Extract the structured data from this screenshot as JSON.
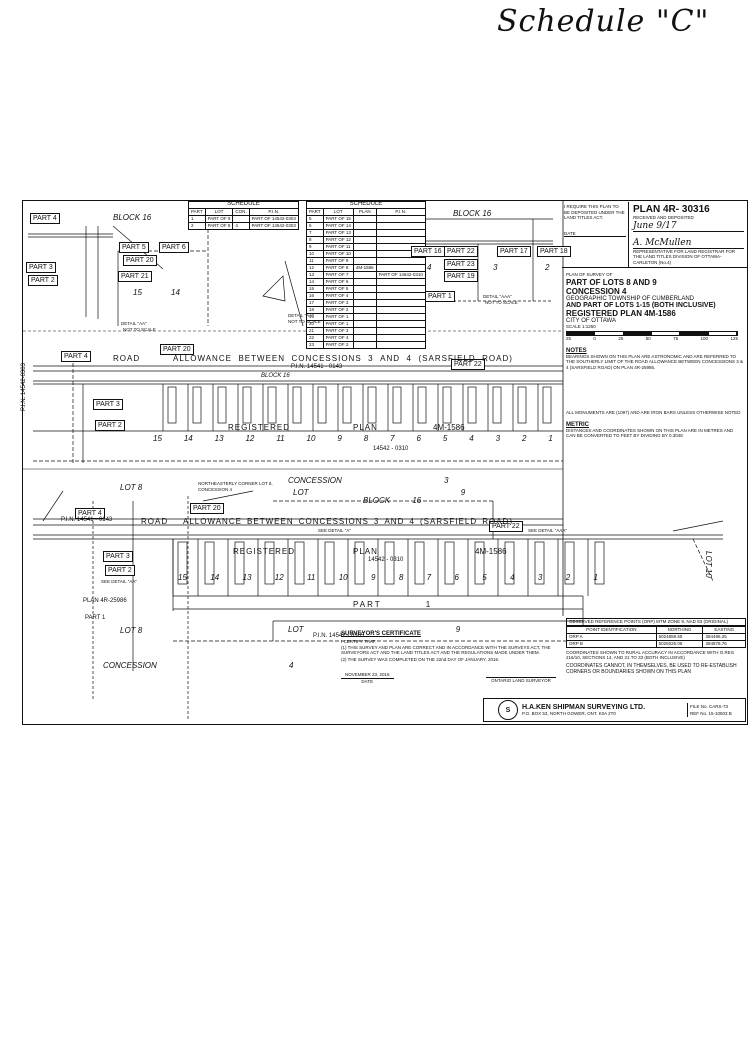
{
  "header": {
    "title": "Schedule \"C\""
  },
  "top_drawing": {
    "schedule1_title": "SCHEDULE",
    "schedule1_cols": [
      "PART",
      "LOT",
      "CON.",
      "P.I.N."
    ],
    "schedule1_rows": [
      [
        "1",
        "PART OF 9",
        "",
        "PART OF 14542-0303"
      ],
      [
        "2",
        "PART OF 8",
        "4",
        "PART OF 14542-0303"
      ]
    ],
    "schedule2_title": "SCHEDULE",
    "schedule2_cols": [
      "PART",
      "LOT",
      "PLAN",
      "P.I.N."
    ],
    "schedule2_rows": [
      [
        "5",
        "PART OF 15",
        "",
        ""
      ],
      [
        "6",
        "PART OF 14",
        "",
        ""
      ],
      [
        "7",
        "PART OF 13",
        "",
        ""
      ],
      [
        "8",
        "PART OF 12",
        "",
        ""
      ],
      [
        "9",
        "PART OF 11",
        "",
        ""
      ],
      [
        "10",
        "PART OF 10",
        "",
        ""
      ],
      [
        "11",
        "PART OF 9",
        "",
        ""
      ],
      [
        "12",
        "PART OF 8",
        "4M-1586",
        ""
      ],
      [
        "13",
        "PART OF 7",
        "",
        "PART OF 14542-0310"
      ],
      [
        "14",
        "PART OF 6",
        "",
        ""
      ],
      [
        "15",
        "PART OF 5",
        "",
        ""
      ],
      [
        "16",
        "PART OF 4",
        "",
        ""
      ],
      [
        "17",
        "PART OF 3",
        "",
        ""
      ],
      [
        "18",
        "PART OF 2",
        "",
        ""
      ],
      [
        "19",
        "PART OF 1",
        "",
        ""
      ],
      [
        "20",
        "PART OF 1",
        "",
        ""
      ],
      [
        "21",
        "PART OF 3",
        "",
        ""
      ],
      [
        "22",
        "PART OF 4",
        "",
        ""
      ],
      [
        "23",
        "PART OF 2",
        "",
        ""
      ]
    ],
    "detail_aa_left": {
      "part4": "PART 4",
      "part3": "PART 3",
      "part2": "PART 2",
      "part5": "PART 5",
      "part6": "PART 6",
      "part20": "PART 20",
      "part21": "PART 21",
      "block": "BLOCK 16",
      "lot15": "15",
      "lot14": "14",
      "caption": "DETAIL \"AA\"",
      "note": "NOT TO SCALE"
    },
    "detail_aaa": {
      "block": "BLOCK 16",
      "parts": [
        "PART 16",
        "PART 22",
        "PART 17",
        "PART 18",
        "PART 23",
        "PART 19"
      ],
      "part1": "PART 1",
      "lot4": "4",
      "lot3": "3",
      "lot2": "2",
      "caption": "DETAIL \"AAA\"",
      "note": "NOT TO SCALE"
    }
  },
  "title_block": {
    "deposit_note": "I REQUIRE THIS PLAN TO BE DEPOSITED UNDER THE LAND TITLES ACT.",
    "date_line": "DATE",
    "plan_number": "PLAN 4R- 30316",
    "received": "RECEIVED AND DEPOSITED",
    "date_handwritten": "June 9/17",
    "registrar_sig": "A. McMullen",
    "registrar_note": "REPRESENTATIVE FOR LAND REGISTRAR FOR THE LAND TITLES DIVISION OF OTTAWA-CARLETON (No.4)",
    "plan_of_survey": "PLAN OF SURVEY OF",
    "parts_line": "PART OF LOTS 8 AND 9",
    "concession": "CONCESSION 4",
    "township": "GEOGRAPHIC TOWNSHIP OF CUMBERLAND",
    "and_part": "AND PART OF LOTS 1-15 (BOTH INCLUSIVE)",
    "registered_plan": "REGISTERED PLAN 4M-1586",
    "city": "CITY OF OTTAWA",
    "scale": "SCALE 1:1250",
    "scale_ticks": [
      "25",
      "0",
      "25",
      "50",
      "75",
      "100",
      "125"
    ],
    "notes_title": "NOTES",
    "notes_text": "BEARINGS SHOWN ON THIS PLAN ARE ASTRONOMIC AND ARE REFERRED TO THE SOUTHERLY LIMIT OF THE ROAD ALLOWANCE BETWEEN CONCESSIONS 3 & 4 (SARSFIELD ROAD) ON PLAN 4R-25986.",
    "metric_title": "METRIC",
    "metric_text": "DISTANCES AND COORDINATES SHOWN ON THIS PLAN ARE IN METRES AND CAN BE CONVERTED TO FEET BY DIVIDING BY 0.3048"
  },
  "middle_drawing": {
    "road_label": "ROAD",
    "allowance": [
      "ALLOWANCE",
      "BETWEEN",
      "CONCESSIONS",
      "3",
      "AND",
      "4",
      "(SARSFIELD",
      "ROAD)"
    ],
    "pin": "P.I.N.   14541 - 0143",
    "block": "BLOCK 16",
    "registered": "REGISTERED",
    "plan": "PLAN",
    "plan_no": "4M-1586",
    "pin2": "14542   -   0310",
    "lots": [
      "15",
      "14",
      "13",
      "12",
      "11",
      "10",
      "9",
      "8",
      "7",
      "6",
      "5",
      "4",
      "3",
      "2",
      "1"
    ],
    "parts_top": [
      "PART 4",
      "PART 20",
      "PART 22"
    ],
    "parts_left": [
      "PART 3",
      "PART 2"
    ],
    "pin_vertical": "P.I.N. 14542-0303",
    "detail": "DETAIL \"AA\"",
    "note": "NOT TO SCALE",
    "all_monuments": "ALL MONUMENTS ARE (1097) AND ARE IRON BARS UNLESS OTHERWISE NOTED"
  },
  "lower_drawing": {
    "lot8": "LOT   8",
    "concession3": "CONCESSION",
    "con3_num": "3",
    "lot9": "LOT",
    "lot9_num": "9",
    "block": "BLOCK",
    "block_num": "16",
    "corner_note": "NORTHEASTERLY CORNER LOT 8, CONCESSION 4",
    "pin_road": "P.I.N.  14541 - 0143",
    "road": "ROAD",
    "allowance": [
      "ALLOWANCE",
      "BETWEEN",
      "CONCESSIONS",
      "3",
      "AND",
      "4",
      "(SARSFIELD",
      "ROAD)"
    ],
    "registered": "REGISTERED",
    "plan": "PLAN",
    "plan_no": "4M-1586",
    "pin2": "14542   -   0310",
    "lots": [
      "15",
      "14",
      "13",
      "12",
      "11",
      "10",
      "9",
      "8",
      "7",
      "6",
      "5",
      "4",
      "3",
      "2",
      "1"
    ],
    "part1": "PART",
    "part1_num": "1",
    "lot9b": "LOT",
    "lot9b_num": "9",
    "pin3": "P.I.N.   14542   -   0305",
    "concession4": "CONCESSION",
    "con4_num": "4",
    "plan4r": "PLAN 4R-25986",
    "part1_left": "PART 1",
    "lot8b": "LOT   8",
    "lot10": "LOT 10",
    "see_detail_a": "SEE DETAIL \"A\"",
    "see_detail_aa": "SEE DETAIL \"AA\"",
    "see_detail_aaa": "SEE DETAIL \"AAA\"",
    "parts_top": [
      "PART 4",
      "PART 20",
      "PART 22"
    ],
    "parts_left": [
      "PART 3",
      "PART 2"
    ]
  },
  "certificate": {
    "title": "SURVEYOR'S CERTIFICATE",
    "certify": "I CERTIFY THAT:",
    "item1": "(1) THIS SURVEY AND PLAN ARE CORRECT AND IN ACCORDANCE WITH THE SURVEYS ACT, THE SURVEYORS ACT AND THE LAND TITLES ACT AND THE REGULATIONS MADE UNDER THEM.",
    "item2": "(2) THE SURVEY WAS COMPLETED ON THE 22nd DAY OF JANUARY, 2016.",
    "date": "NOVEMBER 23, 2016",
    "date_label": "DATE",
    "surveyor_label": "ONTARIO LAND SURVEYOR"
  },
  "coordinates": {
    "title": "OBSERVED REFERENCE POINTS (ORP) MTM ZONE 9, NAD 83 (ORIGINAL)",
    "header": [
      "POINT IDENTIFICATION",
      "NORTHING",
      "EASTING"
    ],
    "rows": [
      [
        "ORP A",
        "5024859.55",
        "384496.25"
      ],
      [
        "ORP B",
        "5025025.08",
        "384878.76"
      ]
    ],
    "note1": "COORDINATES SHOWN TO RURAL ACCURACY IN ACCORDANCE WITH O.REG 216/10, SECTIONS 14, AND 21 TO 33 (BOTH INCLUSIVE)",
    "note2": "COORDINATES CANNOT, IN THEMSELVES, BE USED TO RE-ESTABLISH CORNERS OR BOUNDARIES SHOWN ON THIS PLAN"
  },
  "firm": {
    "name": "H.A.KEN SHIPMAN SURVEYING LTD.",
    "address": "P.O. BOX 53, NORTH GOWER, ONT.  K0A 2T0",
    "file_label": "FILE No.",
    "file_no": "CARS-73",
    "ref_label": "REF No.",
    "ref_no": "15-10503 B"
  }
}
